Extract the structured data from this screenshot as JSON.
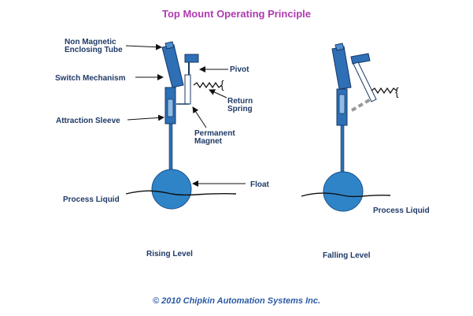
{
  "title": "Top Mount Operating Principle",
  "labels": {
    "enclosing_tube_line1": "Non Magnetic",
    "enclosing_tube_line2": "Enclosing Tube",
    "switch_mechanism": "Switch Mechanism",
    "attraction_sleeve": "Attraction Sleeve",
    "pivot": "Pivot",
    "return_spring_line1": "Return",
    "return_spring_line2": "Spring",
    "permanent_magnet_line1": "Permanent",
    "permanent_magnet_line2": "Magnet",
    "float": "Float",
    "process_liquid_left": "Process Liquid",
    "process_liquid_right": "Process Liquid"
  },
  "captions": {
    "rising": "Rising Level",
    "falling": "Falling Level"
  },
  "copyright": "© 2010 Chipkin Automation Systems Inc.",
  "colors": {
    "title": "#b03ab0",
    "label": "#1f3a66",
    "part_blue": "#2e6fb6",
    "float_blue": "#2f84c8",
    "copyright": "#2a5aa5"
  }
}
